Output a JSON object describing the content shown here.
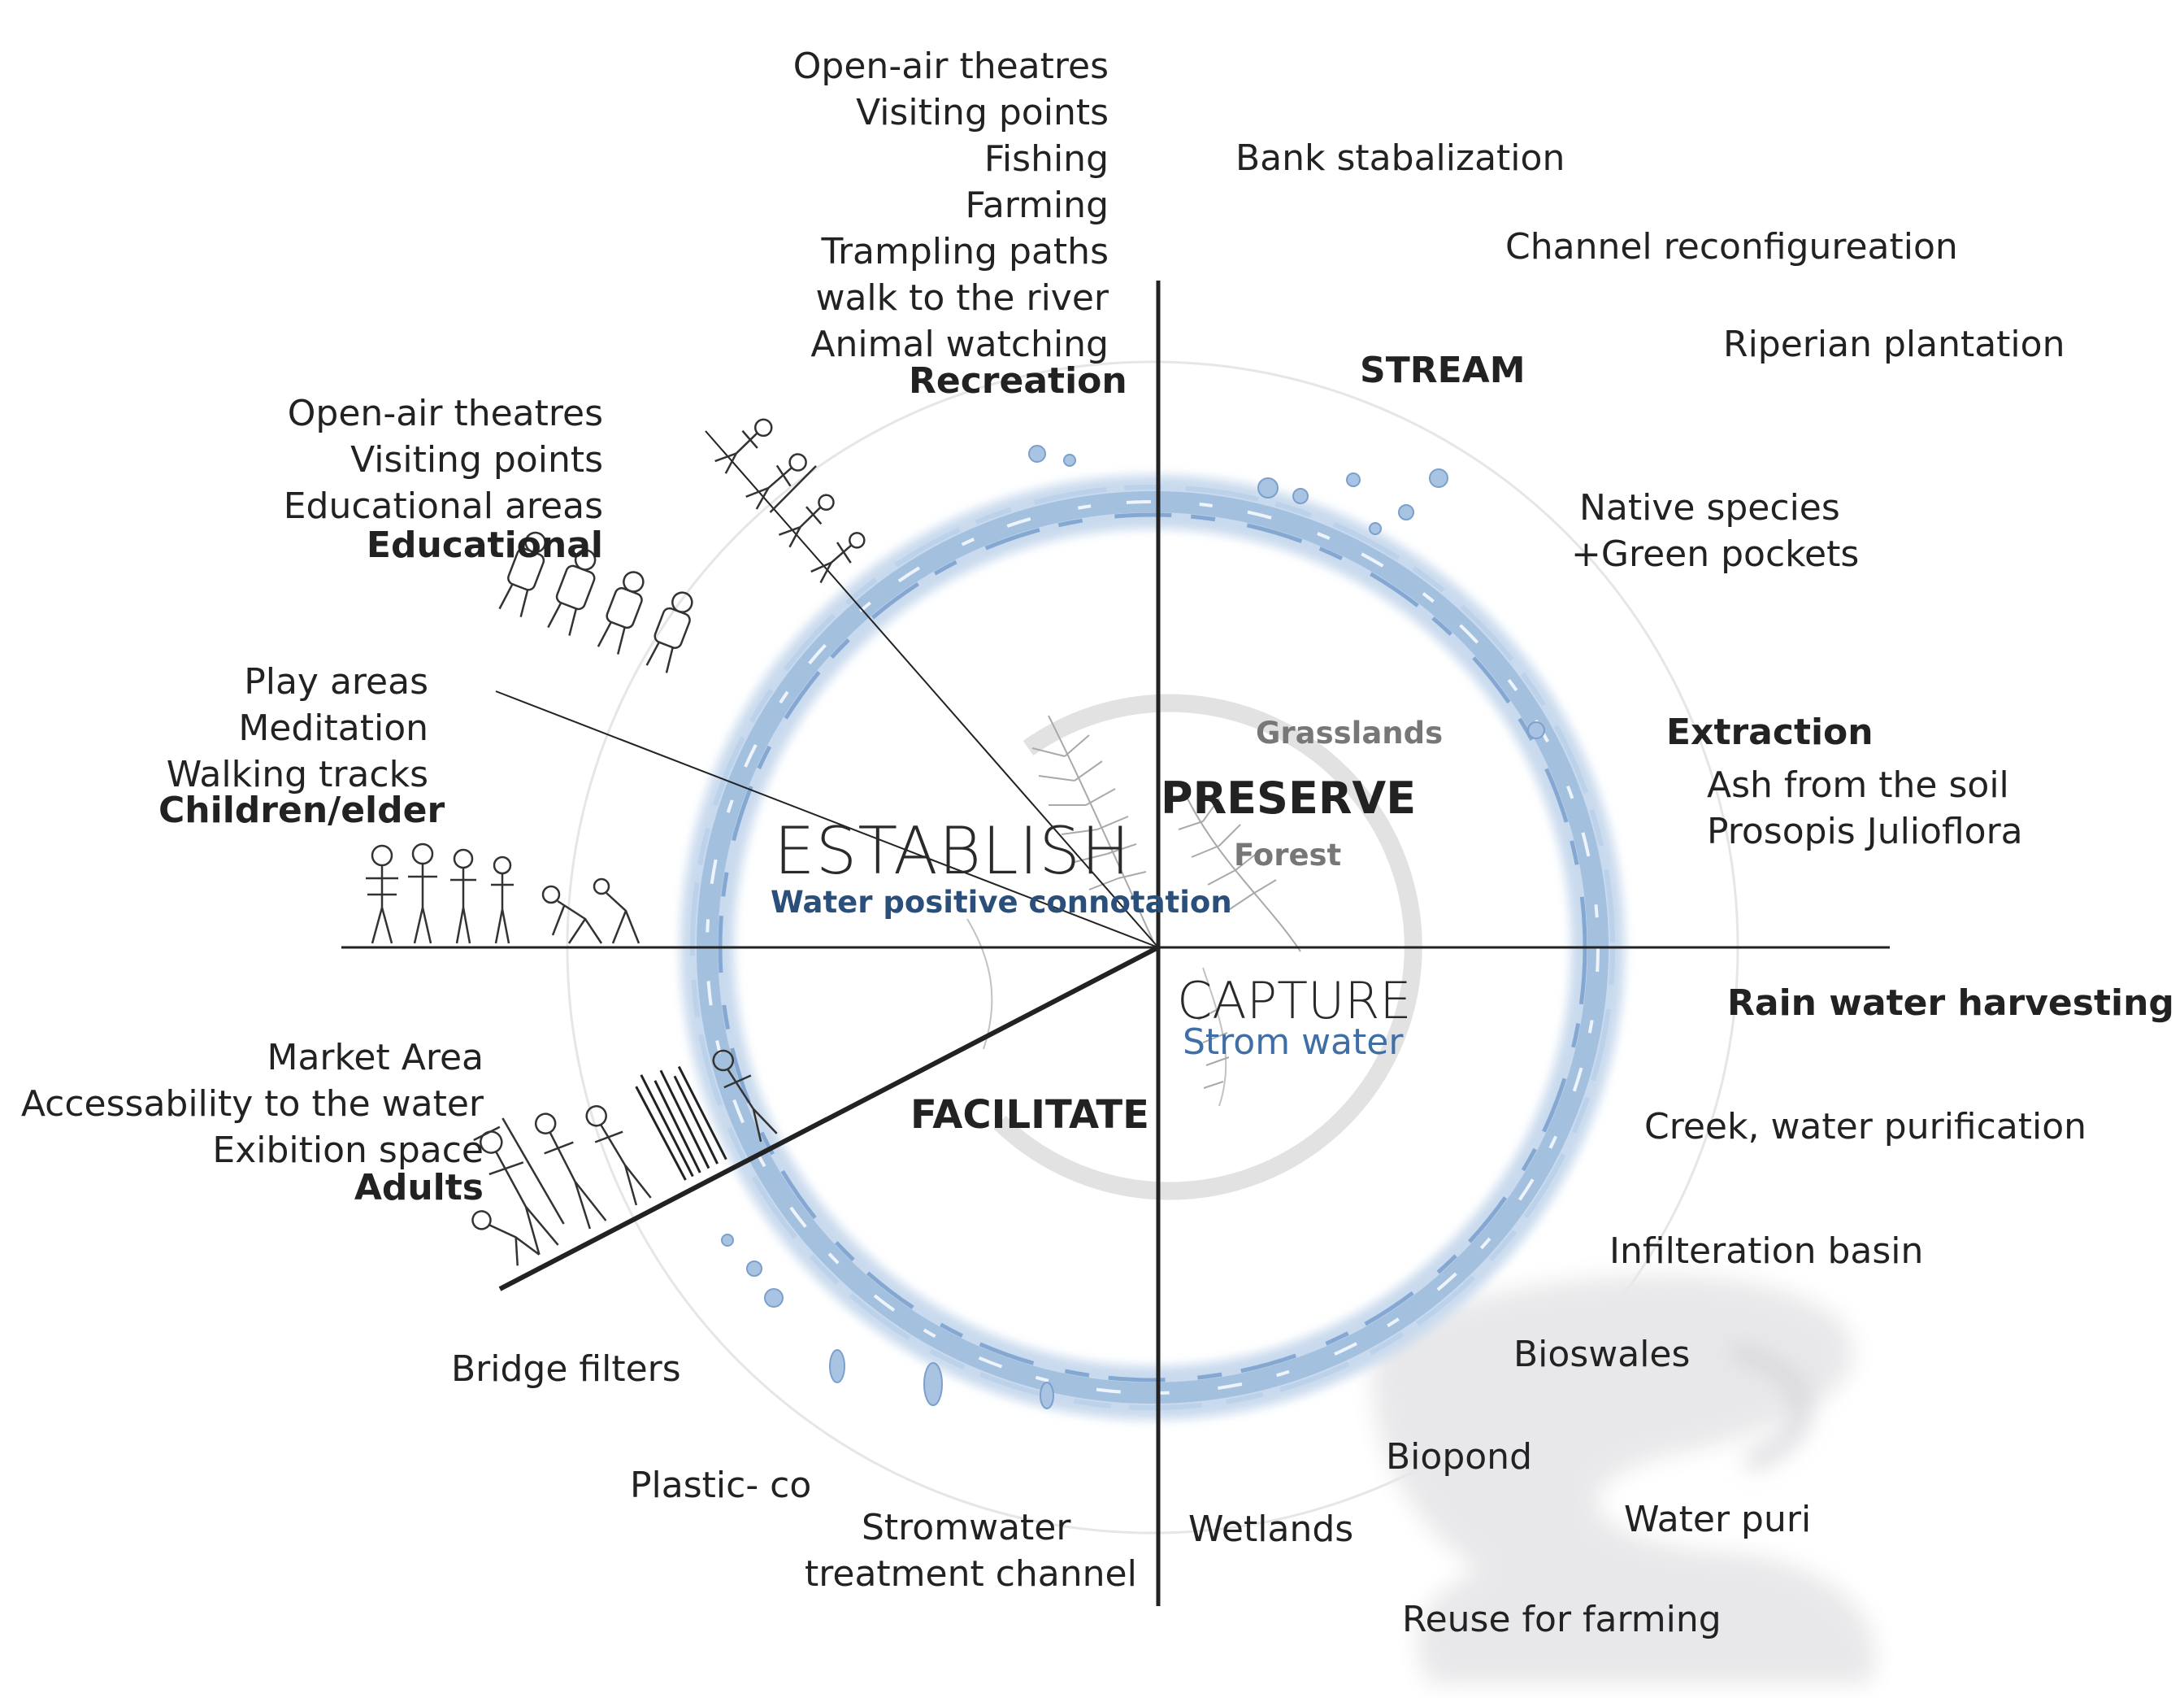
{
  "colors": {
    "water": "#9dbbdc",
    "water_dark": "#6f93c4",
    "axis": "#222222",
    "faint": "#dedede",
    "connotation": "#2a4f7a",
    "capture_sub": "#3f6fa6",
    "inner_label": "#777777"
  },
  "icons": [
    "water-ring-icon",
    "fern-sketch-icon",
    "people-sketch-icon",
    "stream-wash-icon"
  ],
  "quadrants": {
    "establish": {
      "title": "ESTABLISH",
      "subtitle": "Water positive connotation"
    },
    "preserve": {
      "title": "PRESERVE",
      "inner_top": "Grasslands",
      "inner_bottom": "Forest"
    },
    "capture": {
      "title": "CAPTURE",
      "subtitle": "Strom water"
    },
    "facilitate": {
      "title": "FACILITATE"
    },
    "stream": {
      "title": "STREAM"
    }
  },
  "recreation": {
    "items": [
      "Open-air theatres",
      "Visiting points",
      "Fishing",
      "Farming",
      "Trampling paths",
      "walk to the river",
      "Animal watching"
    ],
    "heading": "Recreation"
  },
  "educational": {
    "items": [
      "Open-air theatres",
      "Visiting points",
      "Educational areas"
    ],
    "heading": "Educational"
  },
  "children": {
    "items": [
      "Play areas",
      "Meditation",
      "Walking tracks"
    ],
    "heading": "Children/elder"
  },
  "adults": {
    "items": [
      "Market Area",
      "Accessability to the water",
      "Exibition space"
    ],
    "heading": "Adults"
  },
  "stream_items": {
    "bank": "Bank stabalization",
    "channel": "Channel reconfigureation",
    "riperian": "Riperian plantation",
    "native_1": "Native species",
    "native_2": "+Green pockets"
  },
  "extraction": {
    "heading": "Extraction",
    "items": [
      "Ash from the soil",
      "Prosopis Julioflora"
    ]
  },
  "capture_items": {
    "rain": "Rain water harvesting",
    "creek": "Creek, water purification",
    "infil": "Infilteration basin",
    "bioswales": "Bioswales",
    "biopond": "Biopond",
    "waterpuri": "Water puri",
    "wetlands": "Wetlands",
    "reuse": "Reuse for farming"
  },
  "facilitate_items": {
    "bridge": "Bridge filters",
    "plastic": "Plastic- co",
    "storm_1": "Stromwater",
    "storm_2": "treatment channel"
  }
}
